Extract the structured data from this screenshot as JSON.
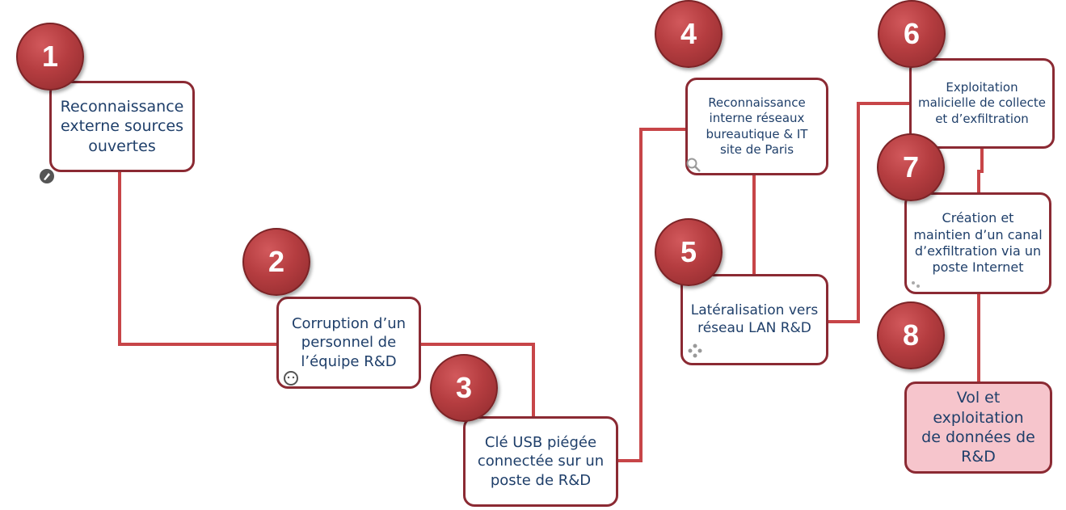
{
  "colors": {
    "badge": "#b53d40",
    "node_border": "#8b2a33",
    "arrow": "#c74548",
    "text": "#1f3f6a",
    "final_fill": "#f6c5cc"
  },
  "steps": [
    {
      "number": "1",
      "label": "Reconnaissance\nexterne sources\nouvertes",
      "icon": "pen-icon"
    },
    {
      "number": "2",
      "label": "Corruption d’un\npersonnel de\nl’équipe R&D",
      "icon": "person-icon"
    },
    {
      "number": "3",
      "label": "Clé USB piégée\nconnectée sur un\nposte de R&D",
      "icon": ""
    },
    {
      "number": "4",
      "label": "Reconnaissance\ninterne réseaux\nbureautique & IT\nsite de Paris",
      "icon": "magnifier-icon"
    },
    {
      "number": "5",
      "label": "Latéralisation vers\nréseau LAN R&D",
      "icon": "network-icon"
    },
    {
      "number": "6",
      "label": "Exploitation\nmalicielle de collecte\net d’exfiltration",
      "icon": ""
    },
    {
      "number": "7",
      "label": "Création et\nmaintien d’un canal\nd’exfiltration via un\nposte Internet",
      "icon": "dots-icon"
    },
    {
      "number": "8",
      "label": "Vol et exploitation\nde données de\nR&D",
      "icon": ""
    }
  ]
}
